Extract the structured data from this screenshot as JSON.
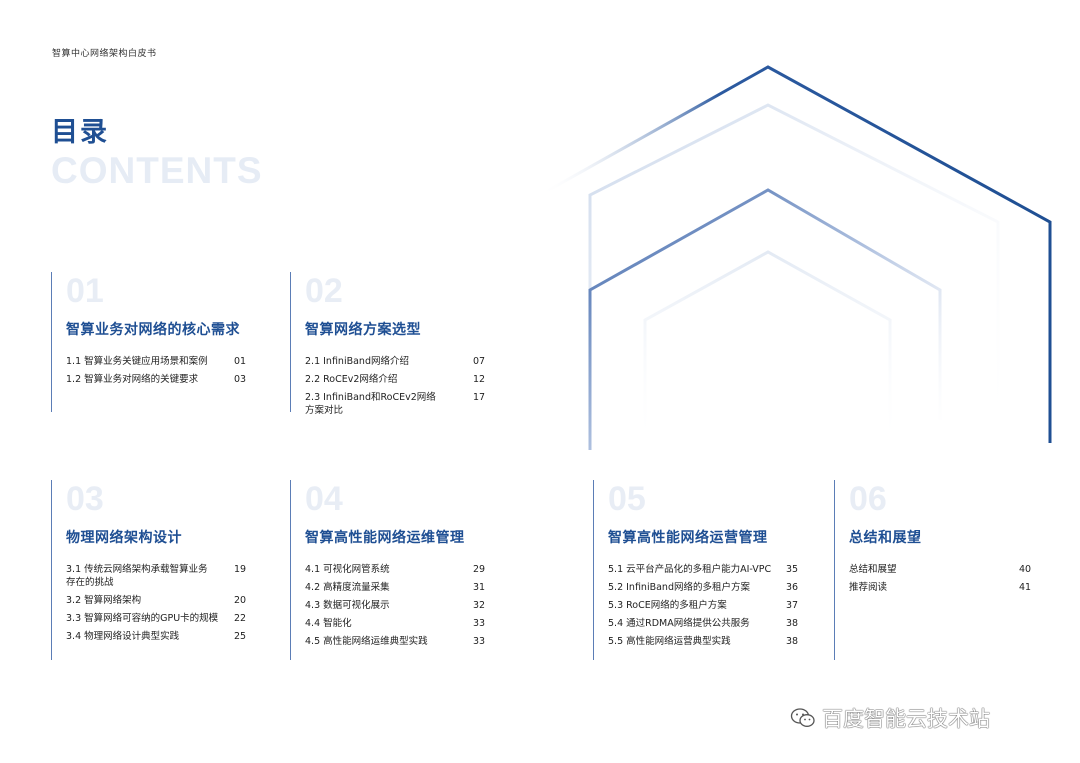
{
  "header": {
    "title": "智算中心网络架构白皮书"
  },
  "toc": {
    "title": "目录",
    "subtitle": "CONTENTS"
  },
  "sections": [
    {
      "num": "01",
      "title": "智算业务对网络的核心需求",
      "entries": [
        {
          "label": "1.1  智算业务关键应用场景和案例",
          "page": "01"
        },
        {
          "label": "1.2  智算业务对网络的关键要求",
          "page": "03"
        }
      ]
    },
    {
      "num": "02",
      "title": "智算网络方案选型",
      "entries": [
        {
          "label": "2.1  InfiniBand网络介绍",
          "page": "07"
        },
        {
          "label": "2.2  RoCEv2网络介绍",
          "page": "12"
        },
        {
          "label": "2.3  InfiniBand和RoCEv2网络方案对比",
          "page": "17"
        }
      ]
    },
    {
      "num": "03",
      "title": "物理网络架构设计",
      "entries": [
        {
          "label": "3.1  传统云网络架构承载智算业务存在的挑战",
          "page": "19"
        },
        {
          "label": "3.2  智算网络架构",
          "page": "20"
        },
        {
          "label": "3.3  智算网络可容纳的GPU卡的规模",
          "page": "22"
        },
        {
          "label": "3.4  物理网络设计典型实践",
          "page": "25"
        }
      ]
    },
    {
      "num": "04",
      "title": "智算高性能网络运维管理",
      "entries": [
        {
          "label": "4.1  可视化网管系统",
          "page": "29"
        },
        {
          "label": "4.2  高精度流量采集",
          "page": "31"
        },
        {
          "label": "4.3  数据可视化展示",
          "page": "32"
        },
        {
          "label": "4.4  智能化",
          "page": "33"
        },
        {
          "label": "4.5  高性能网络运维典型实践",
          "page": "33"
        }
      ]
    },
    {
      "num": "05",
      "title": "智算高性能网络运营管理",
      "entries": [
        {
          "label": "5.1  云平台产品化的多租户能力AI-VPC",
          "page": "35"
        },
        {
          "label": "5.2  InfiniBand网络的多租户方案",
          "page": "36"
        },
        {
          "label": "5.3  RoCE网络的多租户方案",
          "page": "37"
        },
        {
          "label": "5.4  通过RDMA网络提供公共服务",
          "page": "38"
        },
        {
          "label": "5.5  高性能网络运营典型实践",
          "page": "38"
        }
      ]
    },
    {
      "num": "06",
      "title": "总结和展望",
      "entries": [
        {
          "label": "总结和展望",
          "page": "40"
        },
        {
          "label": "推荐阅读",
          "page": "41"
        }
      ]
    }
  ],
  "watermark": {
    "text": "百度智能云技术站",
    "icon": "wechat-icon"
  },
  "colors": {
    "accent": "#1f4f93",
    "ghost": "#e8edf5",
    "line": "#5b7db6"
  }
}
